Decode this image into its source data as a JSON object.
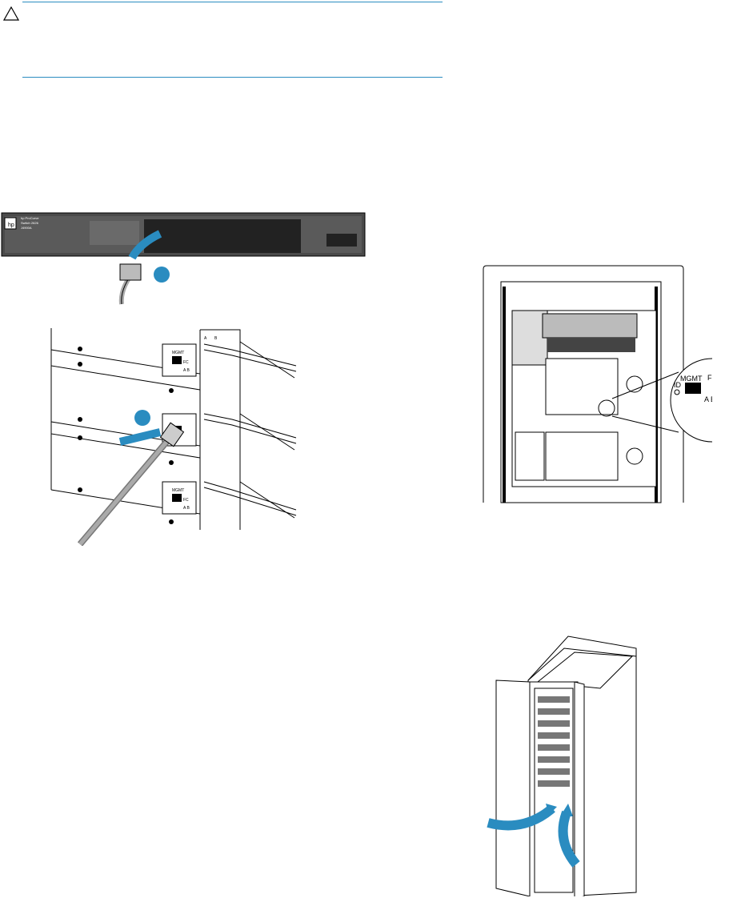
{
  "caution": {
    "icon": "caution-triangle-icon"
  },
  "switch_figure": {
    "logo_text": "hp",
    "model_lines": [
      "hp ProCurve",
      "Switch 2626",
      "J4900A"
    ],
    "callout_1": ""
  },
  "array_figure": {
    "port_labels": [
      "A",
      "B"
    ],
    "controller_labels": [
      "MGMT",
      "FC",
      "A B"
    ],
    "callout_2": ""
  },
  "rack_figure": {
    "magnified_labels": {
      "mgmt": "MGMT",
      "fc": "FC",
      "id": "ID",
      "ab": "A B"
    }
  },
  "cabinet_figure": {
    "arrow_color": "#2a8cc0"
  },
  "colors": {
    "accent": "#2a8cc0",
    "line": "#000000"
  }
}
